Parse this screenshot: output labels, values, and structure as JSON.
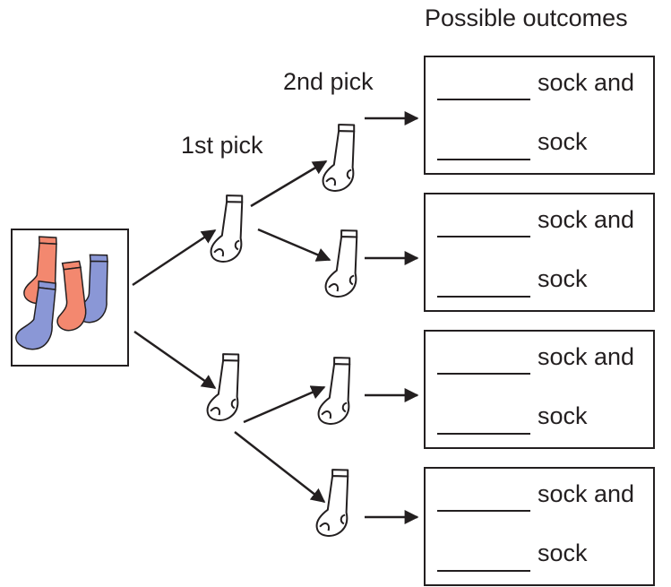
{
  "headings": {
    "possible_outcomes": "Possible outcomes",
    "second_pick": "2nd pick",
    "first_pick": "1st pick"
  },
  "outcomes": [
    {
      "line1_suffix": "sock and",
      "line2_suffix": "sock"
    },
    {
      "line1_suffix": "sock and",
      "line2_suffix": "sock"
    },
    {
      "line1_suffix": "sock and",
      "line2_suffix": "sock"
    },
    {
      "line1_suffix": "sock and",
      "line2_suffix": "sock"
    }
  ],
  "colors": {
    "ink": "#231f20",
    "red_sock": "#f3886f",
    "blue_sock": "#8a97d6",
    "sock_outline": "#231f20",
    "blank_sock_fill": "#ffffff"
  },
  "icons": {
    "sock_bundle": "socks-bundle-icon",
    "blank_sock": "sock-outline-icon",
    "arrow": "arrow-right-icon"
  }
}
